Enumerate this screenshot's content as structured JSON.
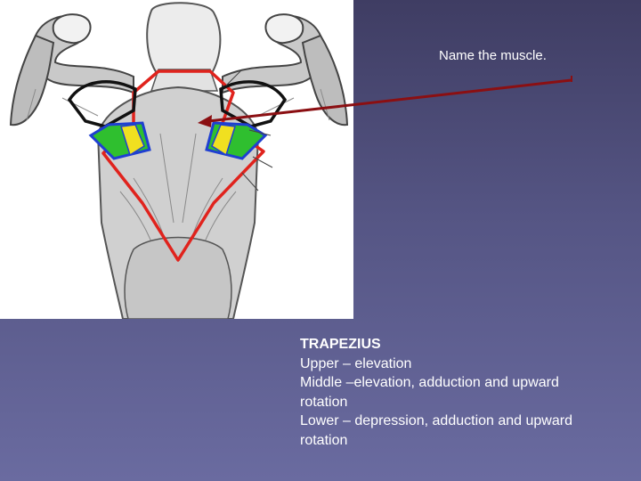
{
  "slide": {
    "prompt": "Name the muscle.",
    "answer": {
      "heading": "TRAPEZIUS",
      "lines": [
        "Upper – elevation",
        "Middle –elevation, adduction and upward",
        "rotation",
        "Lower – depression, adduction and upward",
        "rotation"
      ]
    },
    "colors": {
      "background": "#555584",
      "pointer_arrow": "#8b0f12",
      "trapezius_outline": "#e0231d",
      "deltoid_outline": "#111111",
      "rhomboid_outline": "#1f3fd1",
      "supraspinatus_fill": "#2fbf2f",
      "levator_fill": "#f0e020"
    }
  }
}
